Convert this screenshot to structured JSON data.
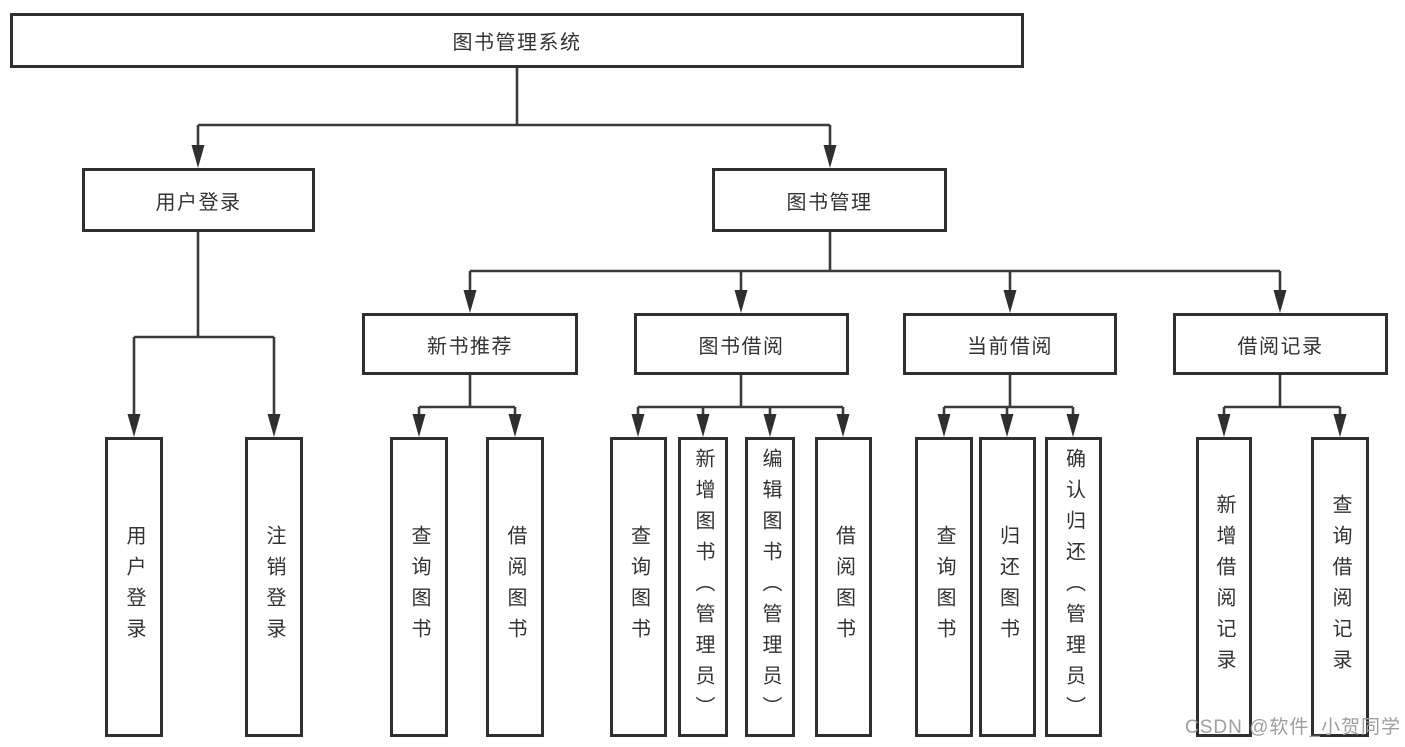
{
  "tree": {
    "root": {
      "label": "图书管理系统",
      "children": [
        {
          "label": "用户登录",
          "children": [
            {
              "label": "用户登录"
            },
            {
              "label": "注销登录"
            }
          ]
        },
        {
          "label": "图书管理",
          "children": [
            {
              "label": "新书推荐",
              "children": [
                {
                  "label": "查询图书"
                },
                {
                  "label": "借阅图书"
                }
              ]
            },
            {
              "label": "图书借阅",
              "children": [
                {
                  "label": "查询图书"
                },
                {
                  "label": "新增图书（管理员）"
                },
                {
                  "label": "编辑图书（管理员）"
                },
                {
                  "label": "借阅图书"
                }
              ]
            },
            {
              "label": "当前借阅",
              "children": [
                {
                  "label": "查询图书"
                },
                {
                  "label": "归还图书"
                },
                {
                  "label": "确认归还（管理员）"
                }
              ]
            },
            {
              "label": "借阅记录",
              "children": [
                {
                  "label": "新增借阅记录"
                },
                {
                  "label": "查询借阅记录"
                }
              ]
            }
          ]
        }
      ]
    }
  },
  "watermark": {
    "text": "CSDN @软件_小贺同学"
  },
  "colors": {
    "background": "#ffffff",
    "box_fill": "#ffffff",
    "box_border": "#2f2f2f",
    "line": "#3a3a3a",
    "text": "#333333",
    "watermark": "#9e9e9e"
  }
}
